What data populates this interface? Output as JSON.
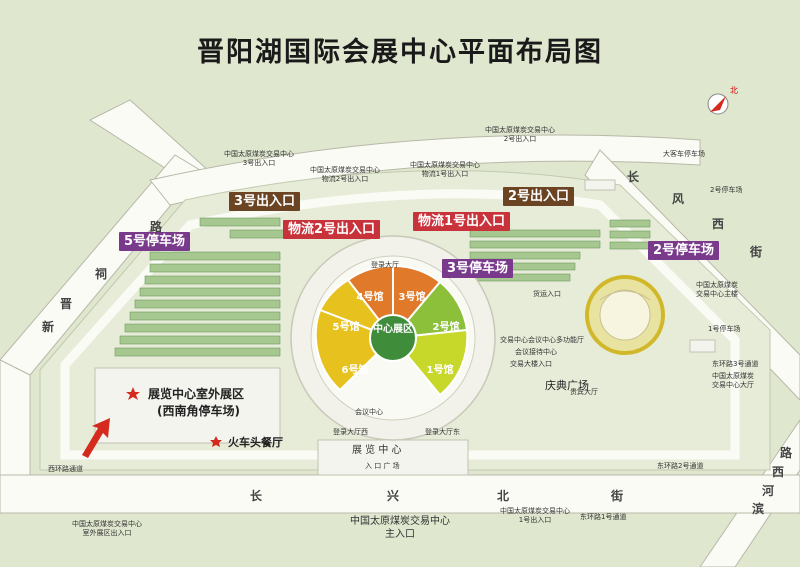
{
  "title": "晋阳湖国际会展中心平面布局图",
  "compass": "北",
  "entrances": {
    "e3": "3号出入口",
    "e2": "2号出入口",
    "log2": "物流2号出入口",
    "log1": "物流1号出入口"
  },
  "parking": {
    "p5": "5号停车场",
    "p3": "3号停车场",
    "p2": "2号停车场"
  },
  "halls": {
    "center": "中心展区",
    "h1": "1号馆",
    "h2": "2号馆",
    "h3": "3号馆",
    "h4": "4号馆",
    "h5": "5号馆",
    "h6": "6号馆"
  },
  "outdoor": {
    "line1": "展览中心室外展区",
    "line2": "(西南角停车场)"
  },
  "restaurant": "火车头餐厅",
  "plaza": "庆典广场",
  "exhibition_center": "展 览 中 心",
  "entrance_plaza": "入 口 广 场",
  "roads": {
    "chang": "长",
    "xing": "兴",
    "bei": "北",
    "jie": "街",
    "xinjin": [
      "新",
      "晋",
      "祠",
      "路"
    ],
    "changfeng": [
      "长",
      "风",
      "西",
      "街"
    ],
    "binhe": [
      "滨",
      "河",
      "西",
      "路"
    ]
  },
  "small_labels": {
    "ex3": "中国太原煤炭交易中心\n3号出入口",
    "ex_log2": "中国太原煤炭交易中心\n物流2号出入口",
    "ex_log1": "中国太原煤炭交易中心\n物流1号出入口",
    "ex2": "中国太原煤炭交易中心\n2号出入口",
    "bus": "大客车停车场",
    "p2": "2号停车场",
    "tower": "中国太原煤炭\n交易中心主楼",
    "p1": "1号停车场",
    "east3": "东环路3号通道",
    "center_hall": "中国太原煤炭\n交易中心大厅",
    "east2": "东环路2号通道",
    "east1": "中国太原煤炭交易中心\n1号出入口",
    "east1_ch": "东环路1号通道",
    "sw": "中国太原煤炭交易中心\n室外展区出入口",
    "westring": "西环路通道",
    "main": "中国太原煤炭交易中心\n主入口",
    "cargo": "货运入口",
    "ic1": "登录大厅",
    "ic2": "登录大厅西",
    "ic3": "登录大厅东",
    "meeting": "会议中心",
    "vip": "贵宾大厅",
    "gate_logo": "会议接待中心",
    "guest_hall": "交易大楼入口",
    "biz": "交易中心会议中心多功能厅"
  }
}
